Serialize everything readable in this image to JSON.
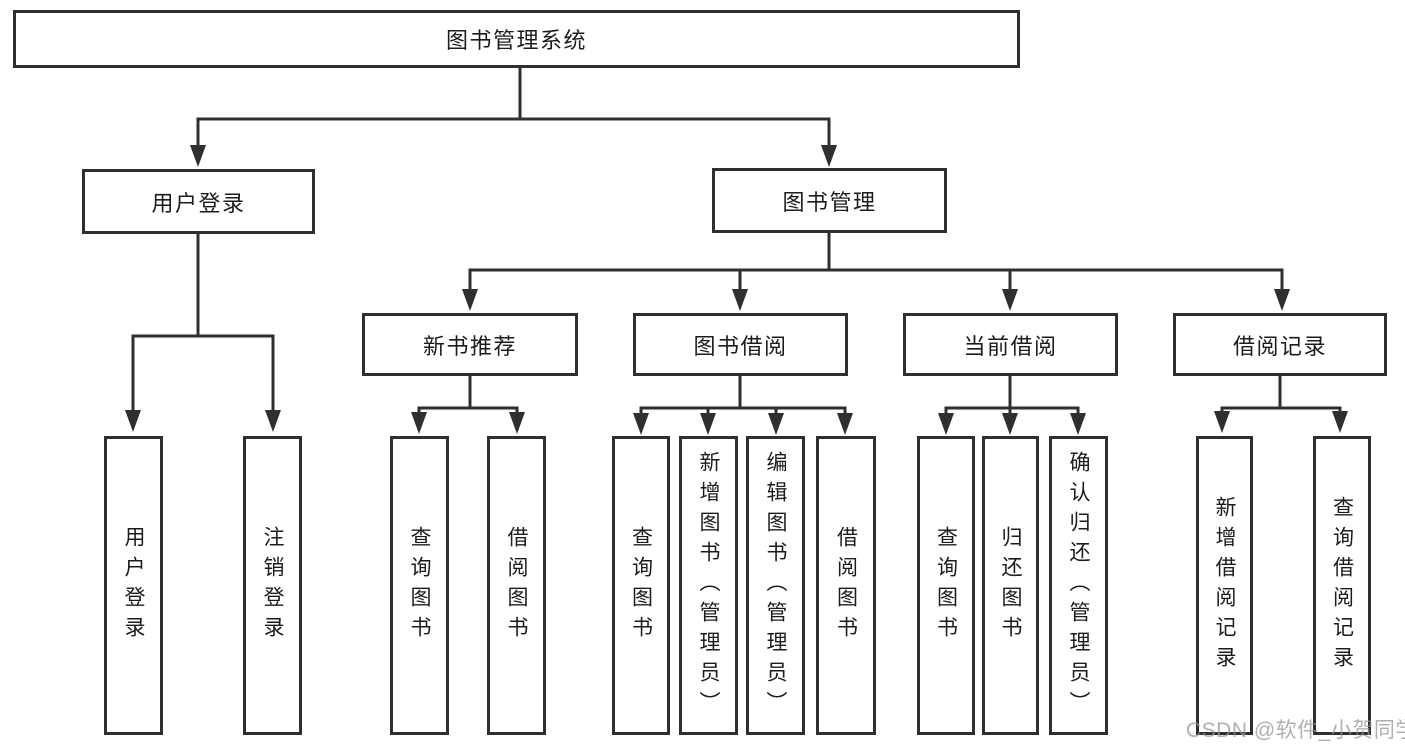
{
  "watermark": "CSDN @软件_小贺同学",
  "tree": {
    "root": {
      "label": "图书管理系统"
    },
    "branches": [
      {
        "label": "用户登录",
        "children": [
          {
            "label": "用户登录"
          },
          {
            "label": "注销登录"
          }
        ]
      },
      {
        "label": "图书管理",
        "groups": [
          {
            "label": "新书推荐",
            "children": [
              {
                "label": "查询图书"
              },
              {
                "label": "借阅图书"
              }
            ]
          },
          {
            "label": "图书借阅",
            "children": [
              {
                "label": "查询图书"
              },
              {
                "label": "新增图书（管理员）"
              },
              {
                "label": "编辑图书（管理员）"
              },
              {
                "label": "借阅图书"
              }
            ]
          },
          {
            "label": "当前借阅",
            "children": [
              {
                "label": "查询图书"
              },
              {
                "label": "归还图书"
              },
              {
                "label": "确认归还（管理员）"
              }
            ]
          },
          {
            "label": "借阅记录",
            "children": [
              {
                "label": "新增借阅记录"
              },
              {
                "label": "查询借阅记录"
              }
            ]
          }
        ]
      }
    ]
  }
}
